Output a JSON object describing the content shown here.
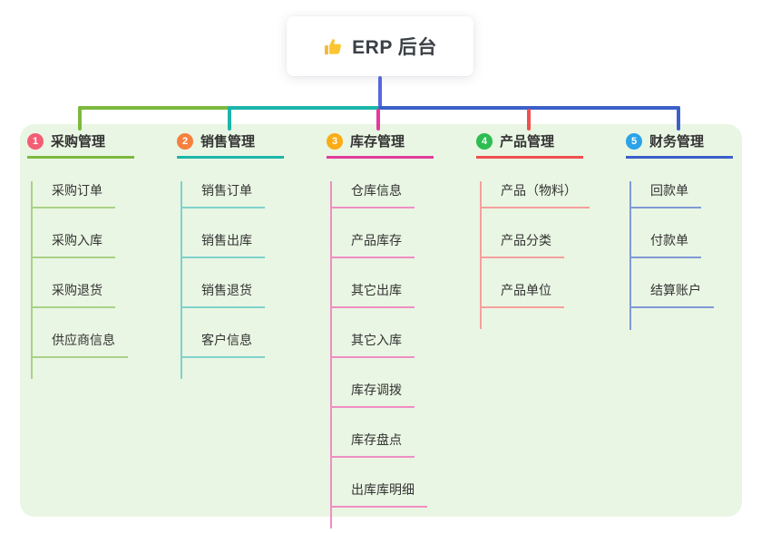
{
  "root": {
    "title": "ERP 后台",
    "icon": "thumbs-up",
    "stem_color": "#5667dd"
  },
  "panel": {
    "background": "#e9f6e3"
  },
  "branches": [
    {
      "number": "1",
      "title": "采购管理",
      "badge_color": "#f35e75",
      "color": "#7cb93e",
      "light_color": "#a9d287",
      "children": [
        "采购订单",
        "采购入库",
        "采购退货",
        "供应商信息"
      ]
    },
    {
      "number": "2",
      "title": "销售管理",
      "badge_color": "#f6803f",
      "color": "#1cb5aa",
      "light_color": "#7fd2cb",
      "children": [
        "销售订单",
        "销售出库",
        "销售退货",
        "客户信息"
      ]
    },
    {
      "number": "3",
      "title": "库存管理",
      "badge_color": "#fbac16",
      "color": "#e23a9d",
      "light_color": "#ef8ec4",
      "children": [
        "仓库信息",
        "产品库存",
        "其它出库",
        "其它入库",
        "库存调拨",
        "库存盘点",
        "出库库明细"
      ]
    },
    {
      "number": "4",
      "title": "产品管理",
      "badge_color": "#2dbd51",
      "color": "#f0504f",
      "light_color": "#f79f9e",
      "children": [
        "产品（物料）",
        "产品分类",
        "产品单位"
      ]
    },
    {
      "number": "5",
      "title": "财务管理",
      "badge_color": "#2aa3e8",
      "color": "#3b60c9",
      "light_color": "#8099d6",
      "children": [
        "回款单",
        "付款单",
        "结算账户"
      ]
    }
  ]
}
